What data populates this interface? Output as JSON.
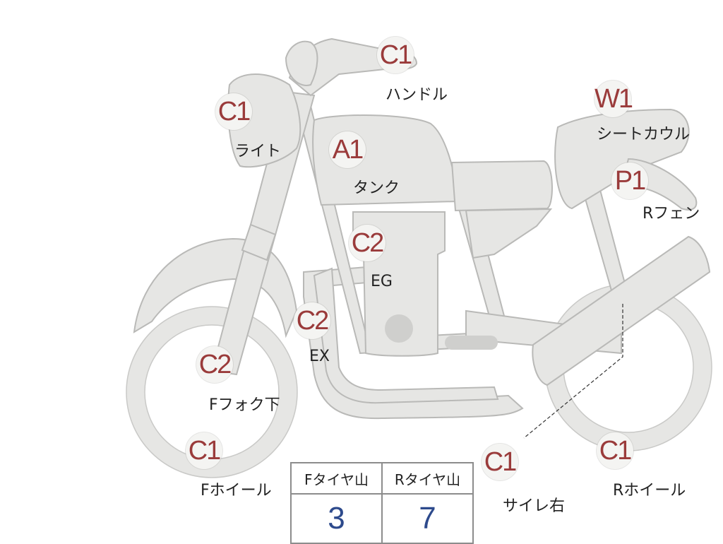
{
  "markers": [
    {
      "id": "handle",
      "code": "C1",
      "label": "ハンドル"
    },
    {
      "id": "light",
      "code": "C1",
      "label": "ライト"
    },
    {
      "id": "tank",
      "code": "A1",
      "label": "タンク"
    },
    {
      "id": "seat-cowl",
      "code": "W1",
      "label": "シートカウル"
    },
    {
      "id": "rear-fender",
      "code": "P1",
      "label": "Rフェン"
    },
    {
      "id": "engine",
      "code": "C2",
      "label": "EG"
    },
    {
      "id": "exhaust",
      "code": "C2",
      "label": "EX"
    },
    {
      "id": "front-fork",
      "code": "C2",
      "label": "Fフォク下"
    },
    {
      "id": "front-wheel",
      "code": "C1",
      "label": "Fホイール"
    },
    {
      "id": "muffler-right",
      "code": "C1",
      "label": "サイレ右"
    },
    {
      "id": "rear-wheel",
      "code": "C1",
      "label": "Rホイール"
    }
  ],
  "tread_table": {
    "headers": [
      "Fタイヤ山",
      "Rタイヤ山"
    ],
    "values": [
      "3",
      "7"
    ]
  },
  "colors": {
    "part_fill": "#e6e6e4",
    "part_stroke": "#b9b9b7",
    "code_text": "#9a3b3b",
    "value_text": "#2d4a8c"
  }
}
